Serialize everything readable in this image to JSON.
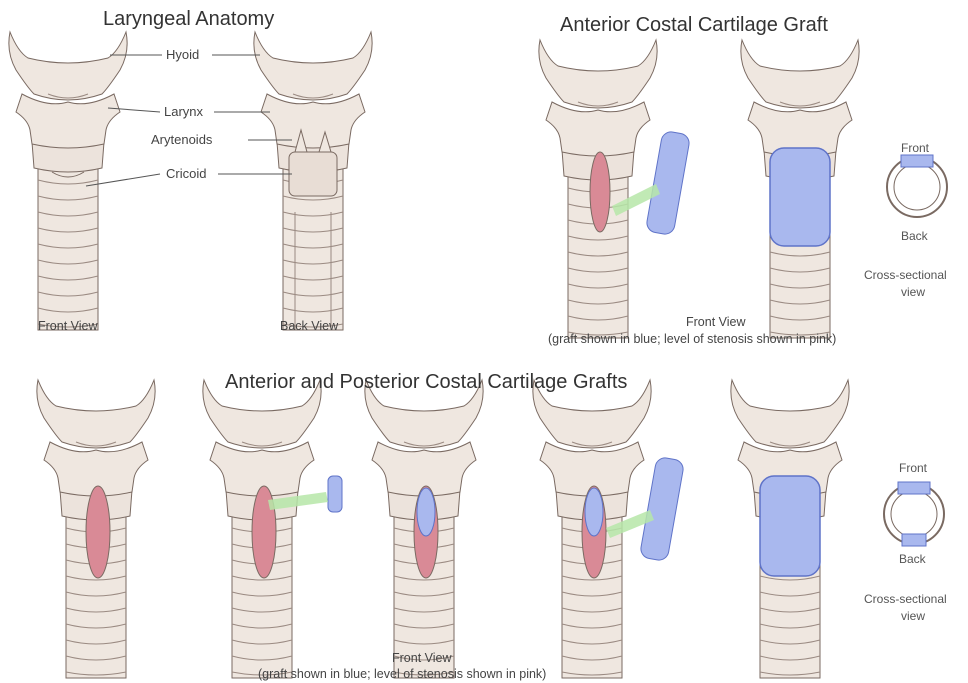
{
  "titles": {
    "anatomy": "Laryngeal Anatomy",
    "anterior": "Anterior Costal Cartilage Graft",
    "both": "Anterior and Posterior Costal Cartilage Grafts"
  },
  "anatomy_labels": {
    "hyoid": "Hyoid",
    "larynx": "Larynx",
    "arytenoids": "Arytenoids",
    "cricoid": "Cricoid"
  },
  "captions": {
    "front_view_left": "Front View",
    "back_view": "Back View",
    "front_view_top": "Front View",
    "note_top": "(graft shown in blue; level of stenosis shown in pink)",
    "front_view_bottom": "Front View",
    "note_bottom": "(graft shown in blue; level of stenosis shown in pink)"
  },
  "cross_section_top": {
    "front": "Front",
    "back": "Back",
    "label_line1": "Cross-sectional",
    "label_line2": "view"
  },
  "cross_section_bottom": {
    "front": "Front",
    "back": "Back",
    "label_line1": "Cross-sectional",
    "label_line2": "view"
  },
  "colors": {
    "cartilage": "#efe7e0",
    "outline": "#7a6a62",
    "graft": "#a9b8ee",
    "graft_edge": "#5f73c8",
    "stenosis": "#d98a96",
    "arrow": "#b6e6a8"
  }
}
